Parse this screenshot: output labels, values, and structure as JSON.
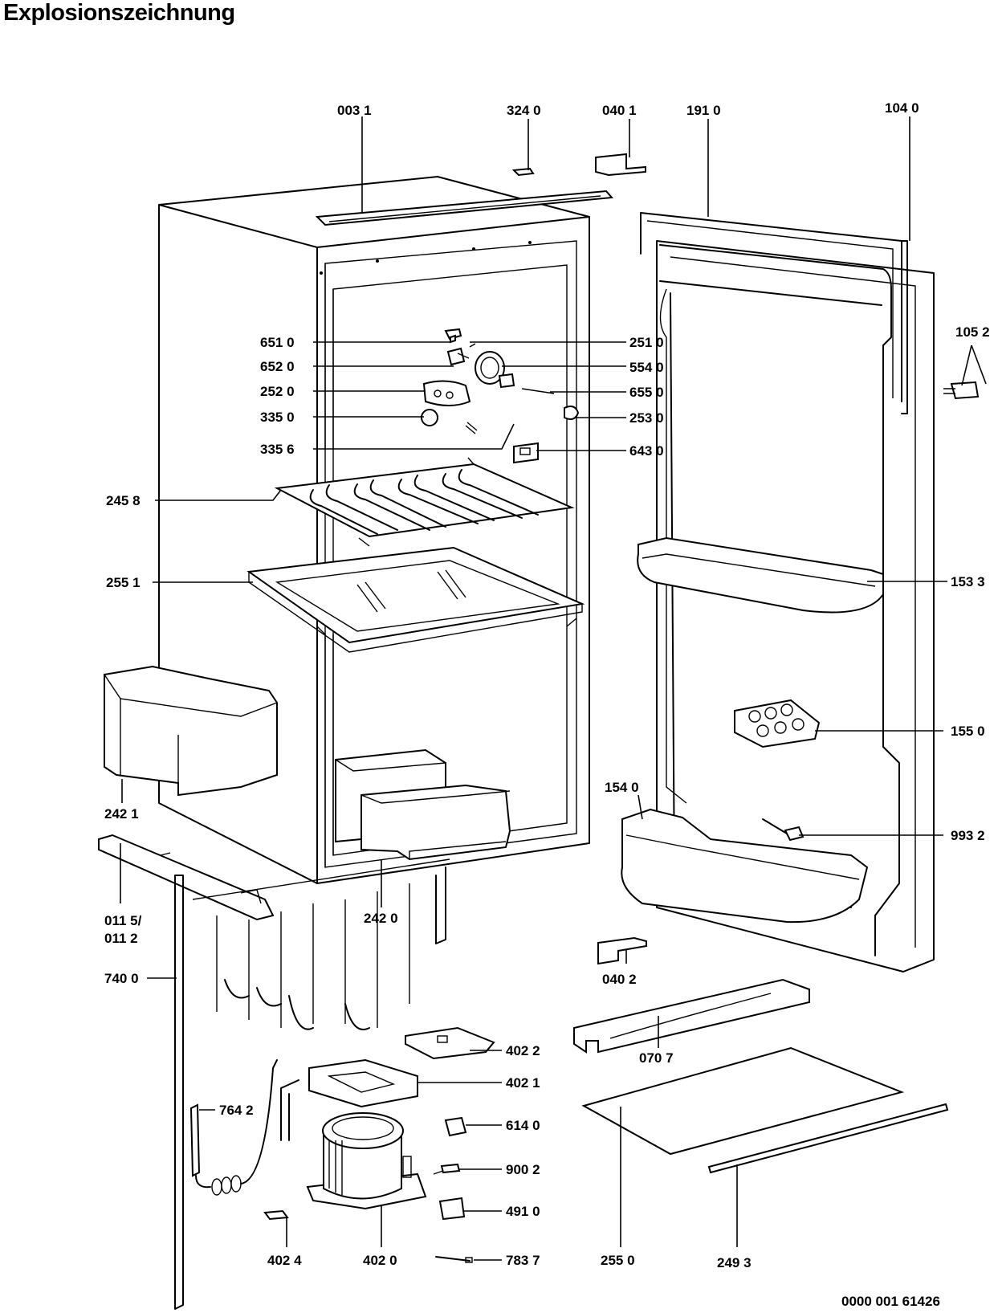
{
  "title": "Explosionszeichnung",
  "doc_number": "0000 001 61426",
  "callouts": [
    {
      "id": "003-1",
      "text": "003 1"
    },
    {
      "id": "324-0",
      "text": "324 0"
    },
    {
      "id": "040-1",
      "text": "040 1"
    },
    {
      "id": "191-0",
      "text": "191 0"
    },
    {
      "id": "104-0",
      "text": "104 0"
    },
    {
      "id": "105-2",
      "text": "105 2"
    },
    {
      "id": "651-0",
      "text": "651 0"
    },
    {
      "id": "652-0",
      "text": "652 0"
    },
    {
      "id": "252-0",
      "text": "252 0"
    },
    {
      "id": "335-0",
      "text": "335 0"
    },
    {
      "id": "335-6",
      "text": "335 6"
    },
    {
      "id": "251-0",
      "text": "251 0"
    },
    {
      "id": "554-0",
      "text": "554 0"
    },
    {
      "id": "655-0",
      "text": "655 0"
    },
    {
      "id": "253-0",
      "text": "253 0"
    },
    {
      "id": "643-0",
      "text": "643 0"
    },
    {
      "id": "245-8",
      "text": "245 8"
    },
    {
      "id": "255-1",
      "text": "255 1"
    },
    {
      "id": "153-3",
      "text": "153 3"
    },
    {
      "id": "155-0",
      "text": "155 0"
    },
    {
      "id": "154-0",
      "text": "154 0"
    },
    {
      "id": "993-2",
      "text": "993 2"
    },
    {
      "id": "242-1",
      "text": "242 1"
    },
    {
      "id": "242-0",
      "text": "242 0"
    },
    {
      "id": "011-5",
      "text": "011 5/"
    },
    {
      "id": "011-2",
      "text": "011 2"
    },
    {
      "id": "740-0",
      "text": "740 0"
    },
    {
      "id": "040-2",
      "text": "040 2"
    },
    {
      "id": "070-7",
      "text": "070 7"
    },
    {
      "id": "402-2",
      "text": "402 2"
    },
    {
      "id": "402-1",
      "text": "402 1"
    },
    {
      "id": "764-2",
      "text": "764 2"
    },
    {
      "id": "614-0",
      "text": "614 0"
    },
    {
      "id": "900-2",
      "text": "900 2"
    },
    {
      "id": "491-0",
      "text": "491 0"
    },
    {
      "id": "783-7",
      "text": "783 7"
    },
    {
      "id": "402-4",
      "text": "402 4"
    },
    {
      "id": "402-0",
      "text": "402 0"
    },
    {
      "id": "255-0",
      "text": "255 0"
    },
    {
      "id": "249-3",
      "text": "249 3"
    }
  ]
}
